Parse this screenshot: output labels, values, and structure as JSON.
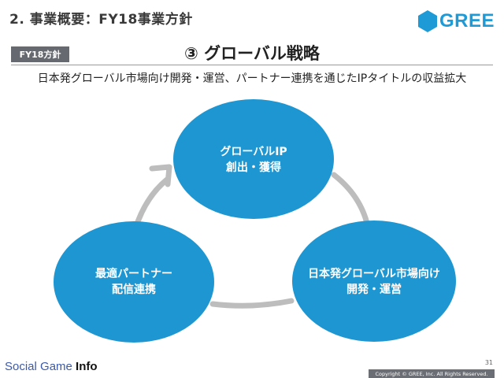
{
  "header": {
    "title": "2. 事業概要：FY18事業方針"
  },
  "logo": {
    "text": "GREE",
    "color": "#1e9ad6",
    "icon": "hexagon-icon"
  },
  "tag": {
    "label": "FY18方針"
  },
  "section": {
    "title": "③ グローバル戦略"
  },
  "subtitle": "日本発グローバル市場向け開発・運営、パートナー連携を通じたIPタイトルの収益拡大",
  "diagram": {
    "node_color": "#1e96d2",
    "arrow_color": "#bdbdbd",
    "nodes": [
      {
        "line1": "グローバルIP",
        "line2": "創出・獲得"
      },
      {
        "line1": "日本発グローバル市場向け",
        "line2": "開発・運営"
      },
      {
        "line1": "最適パートナー",
        "line2": "配信連携"
      }
    ]
  },
  "footer": {
    "brand_part1": "Social Game ",
    "brand_part2": "Info",
    "page_number": "31",
    "copyright": "Copyright © GREE, Inc. All Rights Reserved."
  }
}
